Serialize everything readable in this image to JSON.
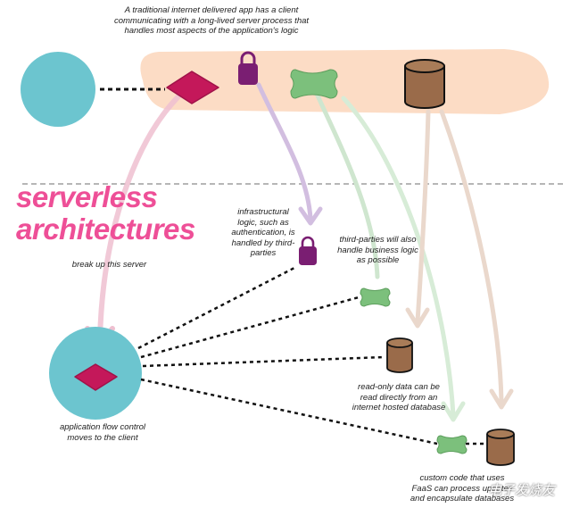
{
  "texts": {
    "top_caption": "A traditional internet delivered app has a client\ncommunicating with a long-lived server process that\nhandles most aspects of the application's logic",
    "title": "serverless\narchitectures",
    "break_up": "break up this server",
    "infrastructure_note": "infrastructural\nlogic, such as\nauthentication, is\nhandled by third-\nparties",
    "third_party_note": "third-parties will also\nhandle business logic\nas possible",
    "readonly_note": "read-only data can be\nread directly from an\ninternet hosted database",
    "flow_note": "application flow control\nmoves to the client",
    "custom_note": "custom code that uses\nFaaS can process updates\nand encapsulate databases",
    "watermark": "电子发烧友"
  },
  "colors": {
    "server_band": "#fcdcc5",
    "client": "#6cc5cf",
    "diamond": "#c4185a",
    "lock": "#7a1e72",
    "business": "#7cc07c",
    "database": "#9a6b4a",
    "title": "#ee4f97"
  }
}
